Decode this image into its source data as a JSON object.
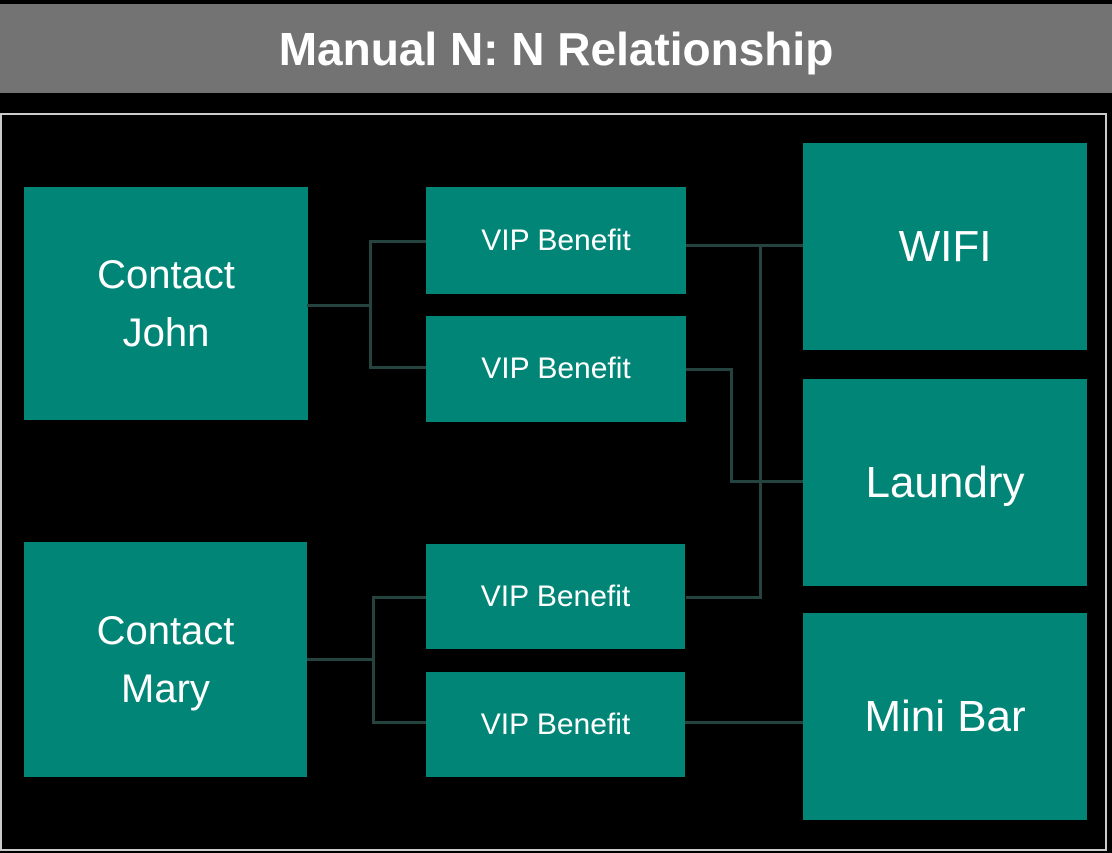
{
  "title_bar": {
    "title": "Manual N: N Relationship"
  },
  "colors": {
    "title_bar_bg": "#737373",
    "canvas_bg": "#000000",
    "node_fill": "#008577",
    "node_text": "#ffffff",
    "connector": "#26443f",
    "frame_border": "#cbcbcb"
  },
  "diagram": {
    "contact_nodes": [
      {
        "label": "Contact\nJohn"
      },
      {
        "label": "Contact\nMary"
      }
    ],
    "junction_nodes": [
      {
        "label": "VIP Benefit"
      },
      {
        "label": "VIP Benefit"
      },
      {
        "label": "VIP Benefit"
      },
      {
        "label": "VIP Benefit"
      }
    ],
    "benefit_nodes": [
      {
        "label": "WIFI"
      },
      {
        "label": "Laundry"
      },
      {
        "label": "Mini Bar"
      }
    ]
  }
}
